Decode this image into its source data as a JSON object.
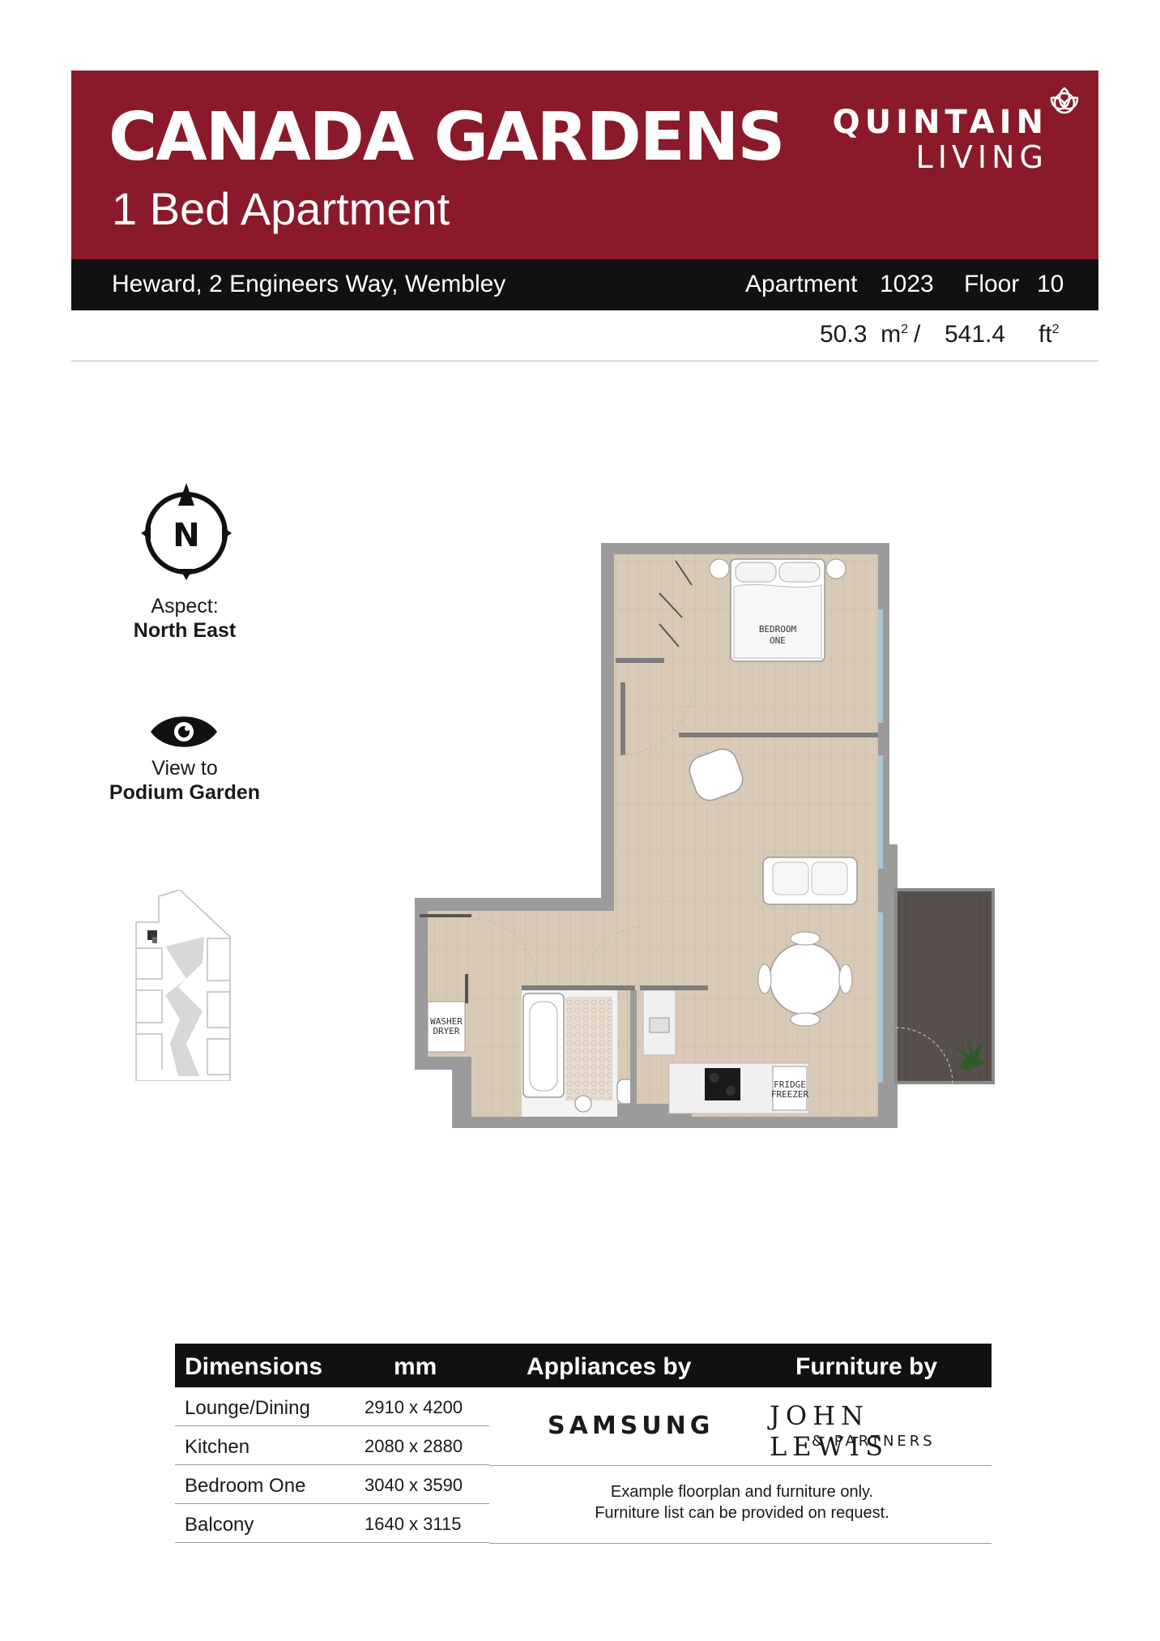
{
  "header": {
    "development": "CANADA GARDENS",
    "unit_type": "1 Bed Apartment",
    "brand_top": "QUINTAIN",
    "brand_bottom": "LIVING"
  },
  "location": {
    "address": "Heward, 2 Engineers Way, Wembley",
    "apartment_label": "Apartment",
    "apartment_number": "1023",
    "floor_label": "Floor",
    "floor_number": "10"
  },
  "area": {
    "sqm_value": "50.3",
    "sqm_unit": "m",
    "separator": "/",
    "sqft_value": "541.4",
    "sqft_unit": "ft"
  },
  "aspect": {
    "label": "Aspect:",
    "value": "North East"
  },
  "compass": {
    "letter": "N"
  },
  "view": {
    "label": "View to",
    "value": "Podium Garden"
  },
  "plan_labels": {
    "bedroom_line1": "BEDROOM",
    "bedroom_line2": "ONE",
    "washer_line1": "WASHER",
    "washer_line2": "DRYER",
    "fridge_line1": "FRIDGE",
    "fridge_line2": "FREEZER"
  },
  "table": {
    "headers": {
      "dimensions": "Dimensions",
      "mm": "mm",
      "appliances": "Appliances by",
      "furniture": "Furniture by"
    },
    "rows": [
      {
        "room": "Lounge/Dining",
        "size": "2910 x 4200"
      },
      {
        "room": "Kitchen",
        "size": "2080 x 2880"
      },
      {
        "room": "Bedroom One",
        "size": "3040 x 3590"
      },
      {
        "room": "Balcony",
        "size": "1640 x 3115"
      }
    ],
    "appliances_brand": "SAMSUNG",
    "furniture_brand_top": "JOHN LEWIS",
    "furniture_brand_bottom": "& PARTNERS",
    "note_line1": "Example floorplan and furniture only.",
    "note_line2": "Furniture list can be provided on request."
  },
  "colors": {
    "brand_red": "#8a1a29",
    "band_black": "#111111",
    "wall_grey": "#9b9b9b",
    "floor_wood": "#d9cbb8",
    "balcony_deck": "#5a4e4a"
  }
}
